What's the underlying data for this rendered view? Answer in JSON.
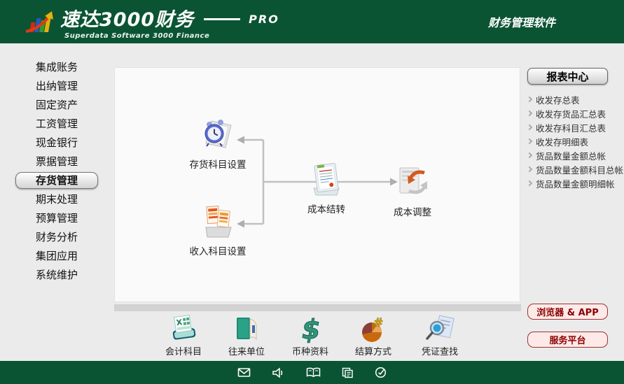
{
  "header": {
    "logo_title": "速达3000财务",
    "logo_pro": "PRO",
    "logo_subtitle": "Superdata Software 3000 Finance",
    "right_title": "财务管理软件"
  },
  "sidebar": {
    "items": [
      {
        "label": "集成账务",
        "selected": false
      },
      {
        "label": "出纳管理",
        "selected": false
      },
      {
        "label": "固定资产",
        "selected": false
      },
      {
        "label": "工资管理",
        "selected": false
      },
      {
        "label": "现金银行",
        "selected": false
      },
      {
        "label": "票据管理",
        "selected": false
      },
      {
        "label": "存货管理",
        "selected": true
      },
      {
        "label": "期末处理",
        "selected": false
      },
      {
        "label": "预算管理",
        "selected": false
      },
      {
        "label": "财务分析",
        "selected": false
      },
      {
        "label": "集团应用",
        "selected": false
      },
      {
        "label": "系统维护",
        "selected": false
      }
    ]
  },
  "flowchart": {
    "nodes": [
      {
        "label": "存货科目设置",
        "icon": "clock-document-icon"
      },
      {
        "label": "收入科目设置",
        "icon": "income-documents-icon"
      },
      {
        "label": "成本结转",
        "icon": "document-stack-icon"
      },
      {
        "label": "成本调整",
        "icon": "refresh-document-icon"
      }
    ],
    "edges": [
      {
        "from": "成本结转",
        "to": "存货科目设置"
      },
      {
        "from": "成本结转",
        "to": "收入科目设置"
      },
      {
        "from": "成本结转",
        "to": "成本调整"
      }
    ]
  },
  "toolbar": {
    "items": [
      {
        "label": "会计科目",
        "icon": "calculator-icon"
      },
      {
        "label": "往来单位",
        "icon": "ledger-book-icon"
      },
      {
        "label": "币种资料",
        "icon": "currency-dollar-icon"
      },
      {
        "label": "结算方式",
        "icon": "pie-chart-icon"
      },
      {
        "label": "凭证查找",
        "icon": "search-document-icon"
      }
    ]
  },
  "report_center": {
    "title": "报表中心",
    "items": [
      "收发存总表",
      "收发存货品汇总表",
      "收发存科目汇总表",
      "收发存明细表",
      "货品数量金额总帐",
      "货品数量金额科目总帐",
      "货品数量金额明细帐"
    ]
  },
  "action_buttons": {
    "browser_app": "浏览器 & APP",
    "service_platform": "服务平台"
  },
  "statusbar": {
    "icons": [
      "mail-icon",
      "speaker-icon",
      "open-book-icon",
      "copy-icon",
      "clock-check-icon"
    ]
  },
  "colors": {
    "header_green": "#0a5433",
    "panel_bg": "#ebebeb",
    "canvas_bg": "#fafafa",
    "pink_button_bg": "#fdeae8",
    "pink_button_text": "#8b0000"
  }
}
